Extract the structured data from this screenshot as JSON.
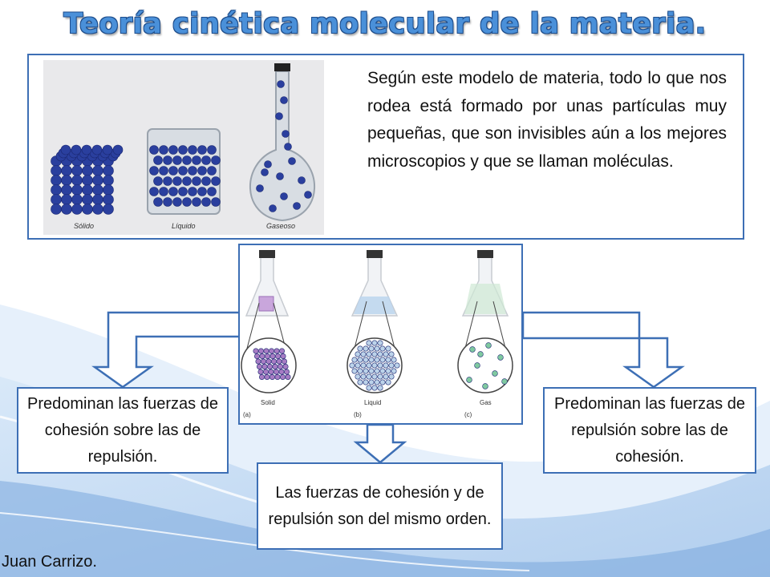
{
  "title": "Teoría cinética molecular de la materia.",
  "intro_text": "Según este modelo de materia, todo lo que nos rodea está formado por unas partículas muy pequeñas, que son invisibles aún a los mejores microscopios y que se llaman moléculas.",
  "top_image_labels": {
    "solid": "Sólido",
    "liquid": "Líquido",
    "gas": "Gaseoso"
  },
  "center_image_labels": {
    "solid": "Solid",
    "liquid": "Liquid",
    "gas": "Gas",
    "a": "(a)",
    "b": "(b)",
    "c": "(c)"
  },
  "boxes": {
    "left": "Predominan las fuerzas de cohesión sobre las de repulsión.",
    "right": "Predominan las fuerzas de repulsión sobre las de cohesión.",
    "bottom": "Las fuerzas de cohesión y de repulsión son del mismo orden."
  },
  "author": "Juan Carrizo.",
  "colors": {
    "accent": "#3d6fb5",
    "title": "#4a90d9",
    "molecule": "#2a3f9e",
    "arrow_fill": "#ffffff"
  }
}
